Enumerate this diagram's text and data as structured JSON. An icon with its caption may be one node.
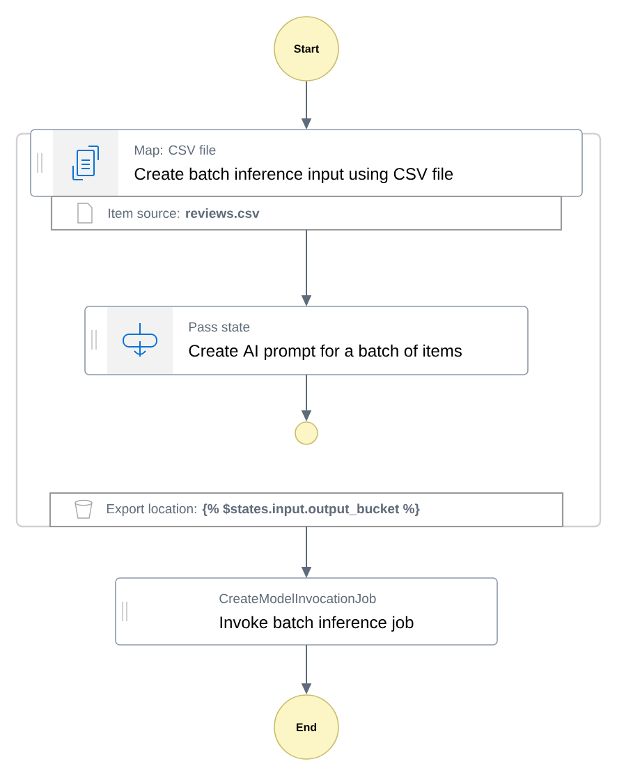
{
  "diagram": {
    "nodes": [
      {
        "text": [
          "Start"
        ]
      },
      {
        "text": [
          "Map: CSV file",
          "Create batch inference input using CSV file"
        ]
      },
      {
        "text": [
          "Item source: **reviews.csv**"
        ]
      },
      {
        "text": [
          "Pass state",
          "Create AI prompt for a batch of items"
        ]
      },
      {
        "text": [],
        "shape": "circle"
      },
      {
        "text": [
          "Export location: **{% $states.input.output_bucket %}**"
        ]
      },
      {
        "text": [
          "CreateModelInvocationJob",
          "Invoke batch inference job"
        ]
      },
      {
        "text": [
          "End"
        ]
      }
    ],
    "edges": [
      {
        "from": 0,
        "to": 1,
        "arrow": "to"
      },
      {
        "from": 2,
        "to": 3,
        "arrow": "to"
      },
      {
        "from": 3,
        "to": 4,
        "arrow": "to"
      },
      {
        "from": 5,
        "to": 6,
        "arrow": "to"
      },
      {
        "from": 6,
        "to": 7,
        "arrow": "to"
      }
    ]
  }
}
